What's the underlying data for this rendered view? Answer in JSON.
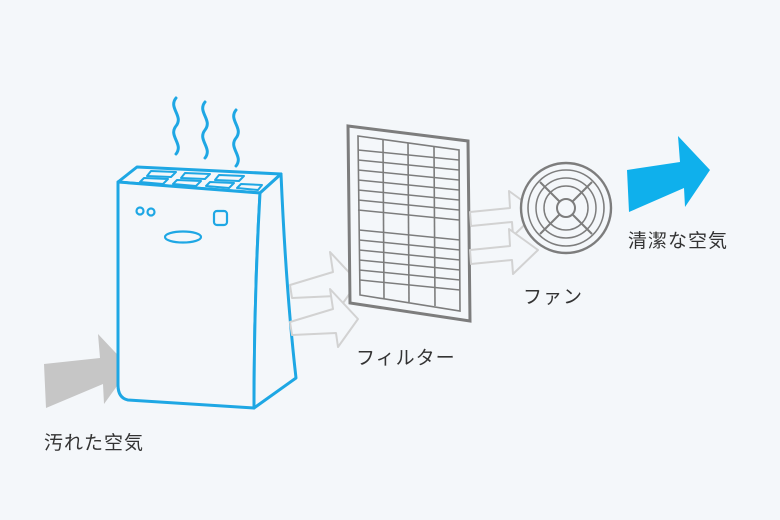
{
  "labels": {
    "dirty_air": "汚れた空気",
    "filter": "フィルター",
    "fan": "ファン",
    "clean_air": "清潔な空気"
  },
  "colors": {
    "background": "#f4f7fa",
    "purifier": "#1ea7e4",
    "clean_arrow": "#0fb0ec",
    "dirty_arrow": "#c6c6c6",
    "filter_frame": "#7d7d7d",
    "flow_arrow": "#d4d4d4",
    "text": "#333333"
  },
  "icons": [
    "air-purifier-icon",
    "heat-wave-icon",
    "filter-panel-icon",
    "fan-icon",
    "arrow-icon"
  ]
}
